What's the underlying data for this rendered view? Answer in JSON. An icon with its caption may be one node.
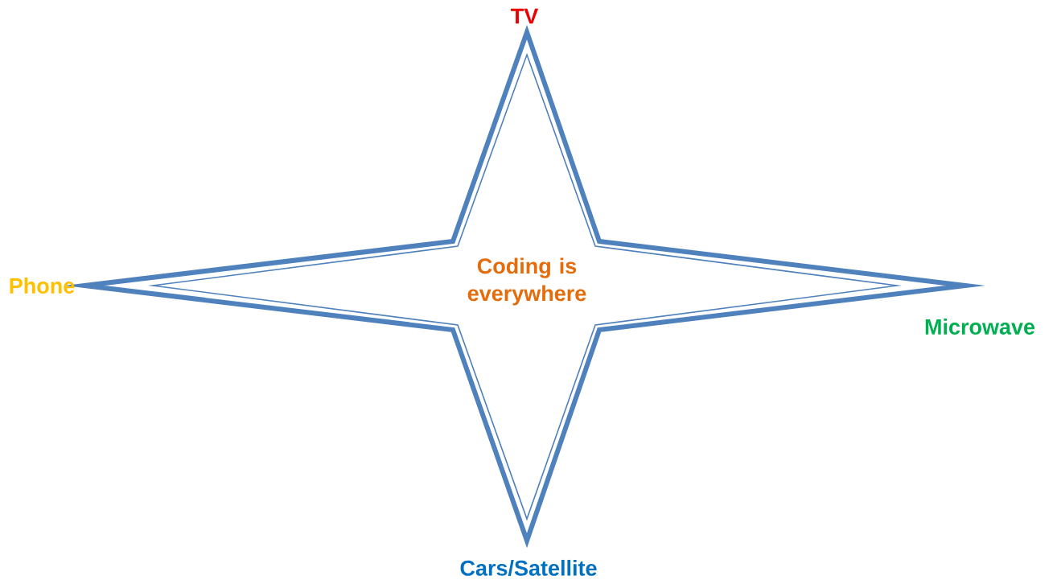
{
  "diagram": {
    "nodes": [
      {
        "text": [
          "Coding is everywhere"
        ]
      }
    ],
    "labels": [
      "TV",
      "Phone",
      "Microwave",
      "Cars/Satellite"
    ]
  }
}
